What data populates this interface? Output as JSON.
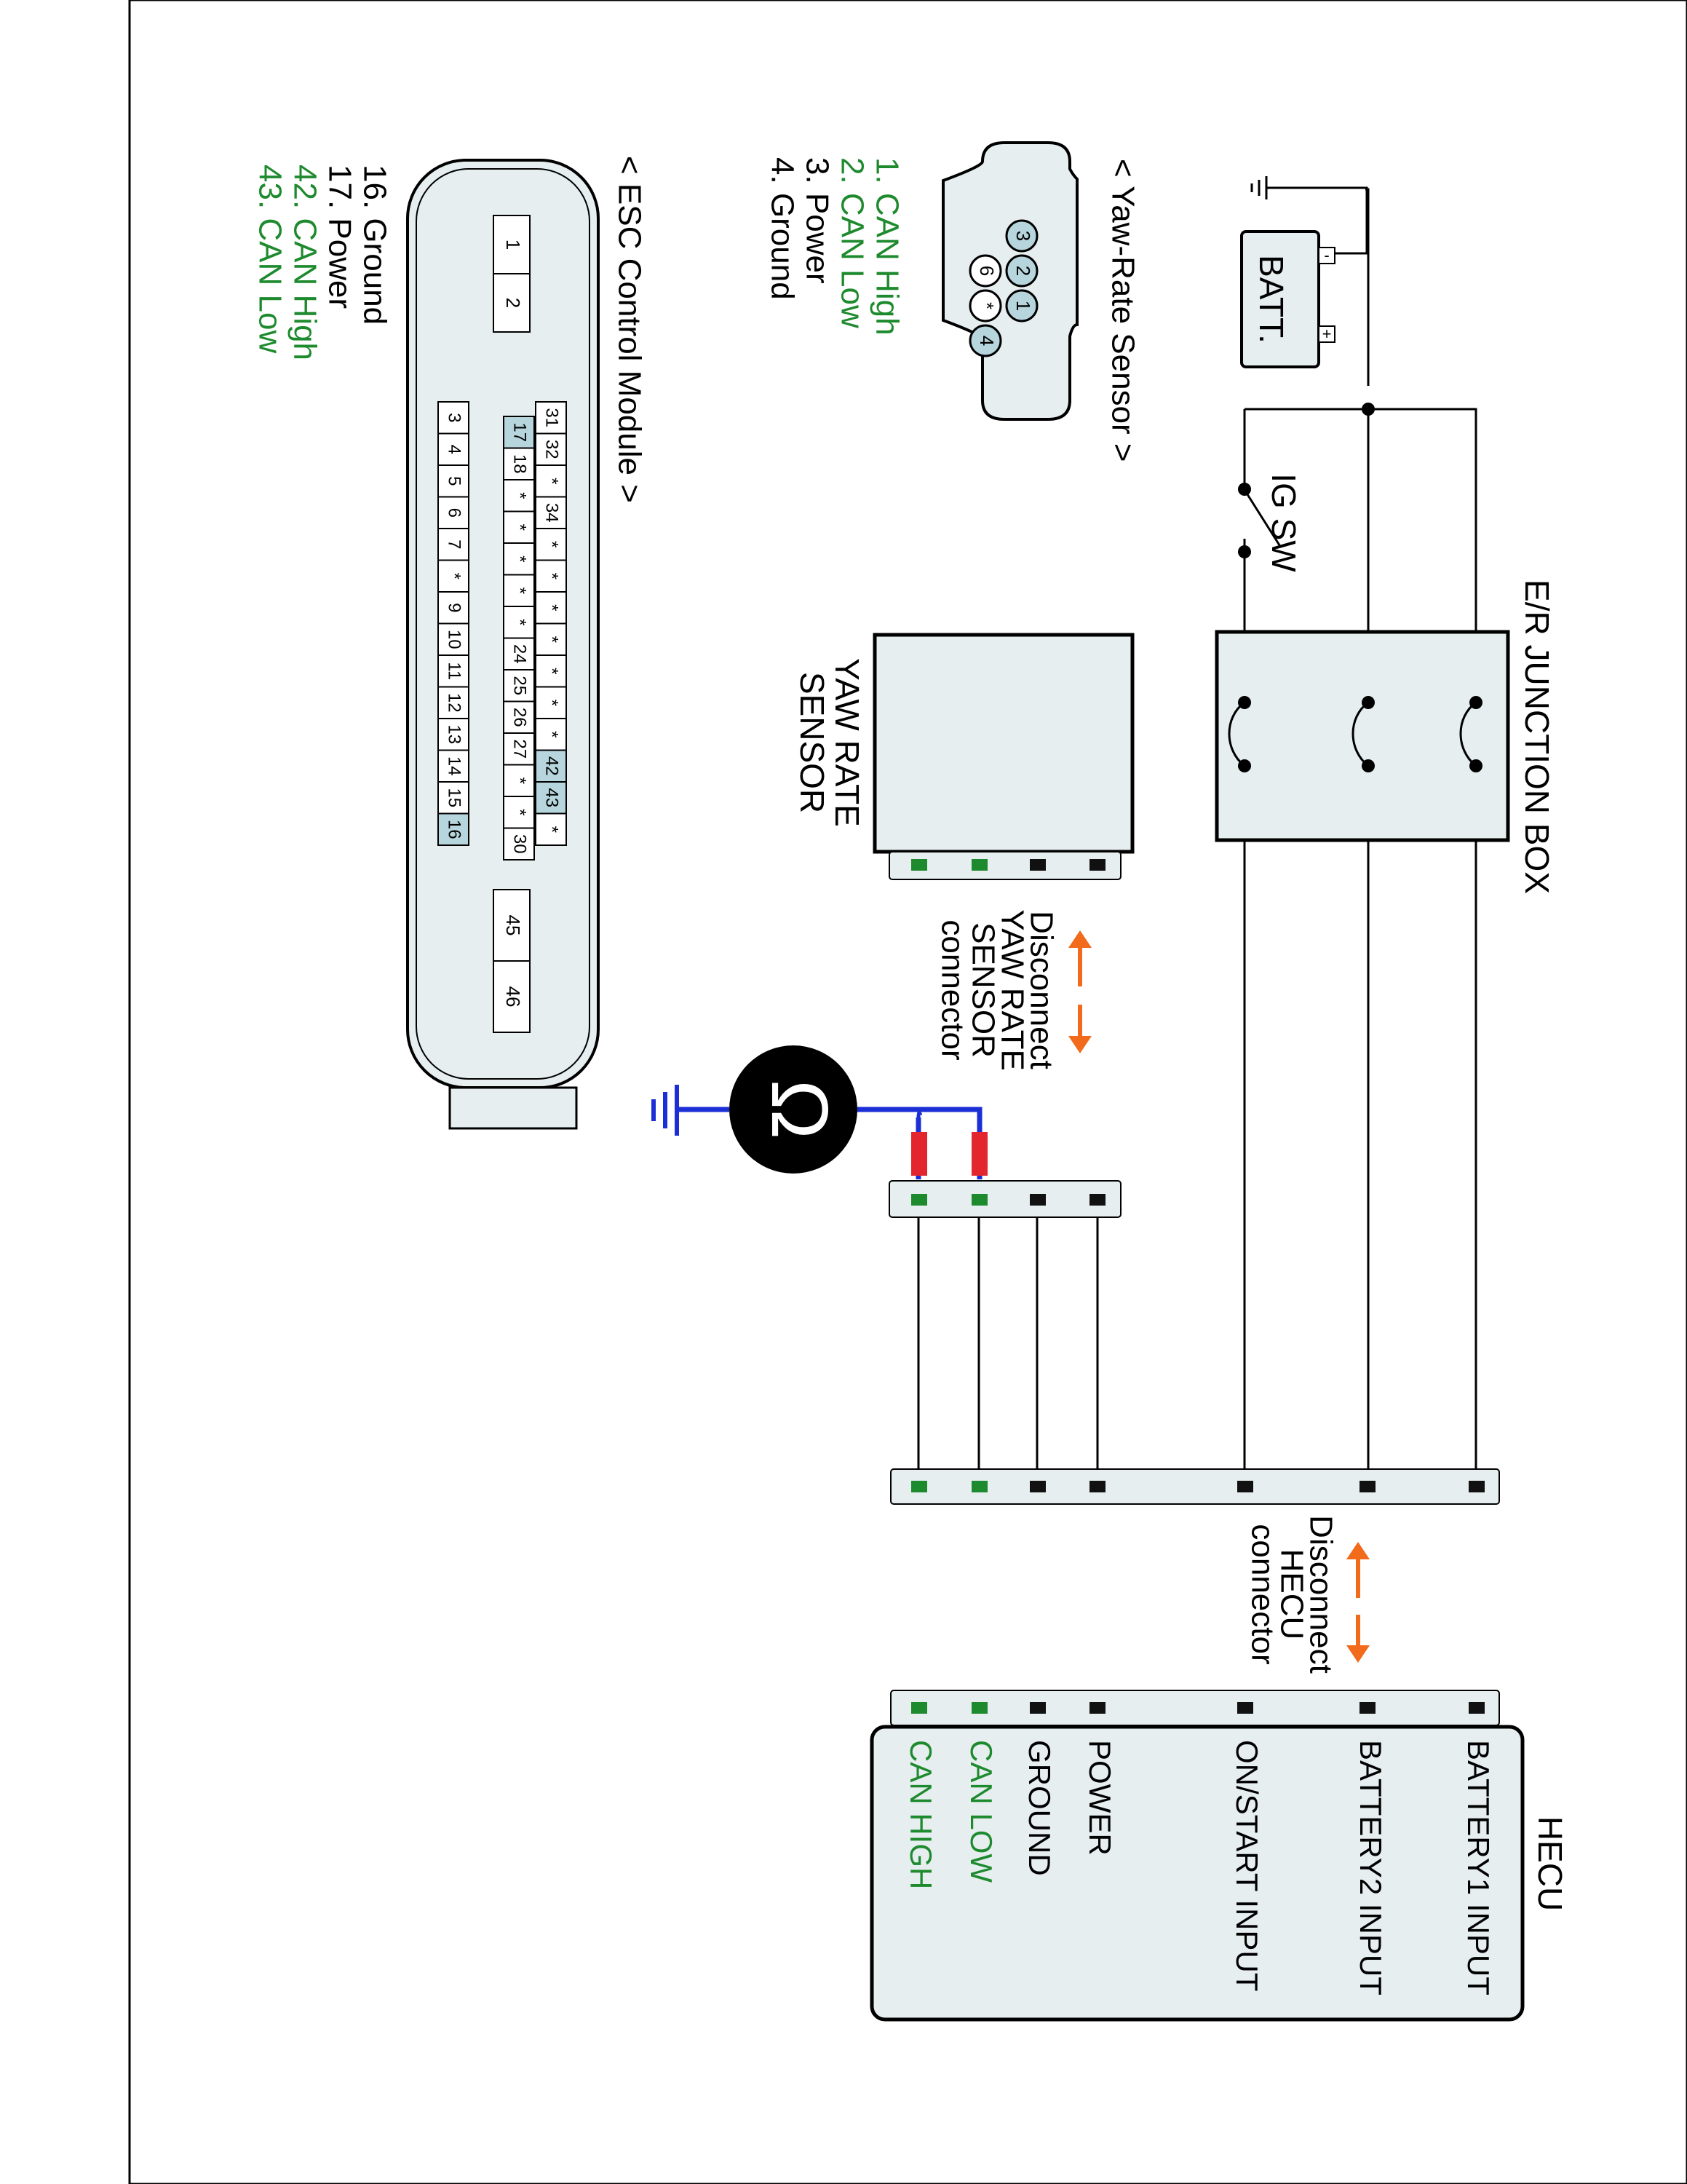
{
  "battery": {
    "label": "BATT.",
    "neg": "-",
    "pos": "+"
  },
  "ig_switch": {
    "label": "IG SW"
  },
  "junction_box": {
    "label": "E/R JUNCTION BOX"
  },
  "yaw_sensor_box": {
    "line1": "YAW RATE",
    "line2": "SENSOR"
  },
  "disconnect_yaw": {
    "line1": "Disconnect",
    "line2": "YAW RATE",
    "line3": "SENSOR",
    "line4": "connector"
  },
  "disconnect_hecu": {
    "line1": "Disconnect",
    "line2": "HECU",
    "line3": "connector"
  },
  "hecu": {
    "title": "HECU",
    "pins": [
      {
        "label": "BATTERY1 INPUT",
        "color": "#000000"
      },
      {
        "label": "BATTERY2 INPUT",
        "color": "#000000"
      },
      {
        "label": "ON/START INPUT",
        "color": "#000000"
      },
      {
        "label": "POWER",
        "color": "#000000"
      },
      {
        "label": "GROUND",
        "color": "#000000"
      },
      {
        "label": "CAN LOW",
        "color": "#1e8a2e"
      },
      {
        "label": "CAN HIGH",
        "color": "#1e8a2e"
      }
    ]
  },
  "yaw_rate_connector": {
    "title": "< Yaw-Rate Sensor >",
    "pins": [
      "3",
      "2",
      "1",
      "6",
      "*",
      "4"
    ],
    "legend": [
      {
        "text": "1. CAN High",
        "color": "#1e8a2e"
      },
      {
        "text": "2. CAN Low",
        "color": "#1e8a2e"
      },
      {
        "text": "3. Power",
        "color": "#000000"
      },
      {
        "text": "4. Ground",
        "color": "#000000"
      }
    ]
  },
  "esc_module": {
    "title": "< ESC Control Module >",
    "big_pins_top": [
      "1",
      "2"
    ],
    "big_pins_bottom": [
      "45",
      "46"
    ],
    "row_a": [
      "31",
      "32",
      "*",
      "34",
      "*",
      "*",
      "*",
      "*",
      "*",
      "*",
      "*",
      "42",
      "43",
      "*"
    ],
    "row_b": [
      "17",
      "18",
      "*",
      "*",
      "*",
      "*",
      "*",
      "24",
      "25",
      "26",
      "27",
      "*",
      "*",
      "30"
    ],
    "row_c": [
      "3",
      "4",
      "5",
      "6",
      "7",
      "*",
      "9",
      "10",
      "11",
      "12",
      "13",
      "14",
      "15",
      "16"
    ],
    "highlighted": [
      "42",
      "43",
      "17",
      "16"
    ],
    "legend": [
      {
        "text": "16. Ground",
        "color": "#000000"
      },
      {
        "text": "17. Power",
        "color": "#000000"
      },
      {
        "text": "42. CAN High",
        "color": "#1e8a2e"
      },
      {
        "text": "43. CAN Low",
        "color": "#1e8a2e"
      }
    ]
  },
  "colors": {
    "arrow": "#f26a1b",
    "probe": "#1c2fd6",
    "clamp": "#e3262d",
    "green": "#1e8a2e"
  }
}
